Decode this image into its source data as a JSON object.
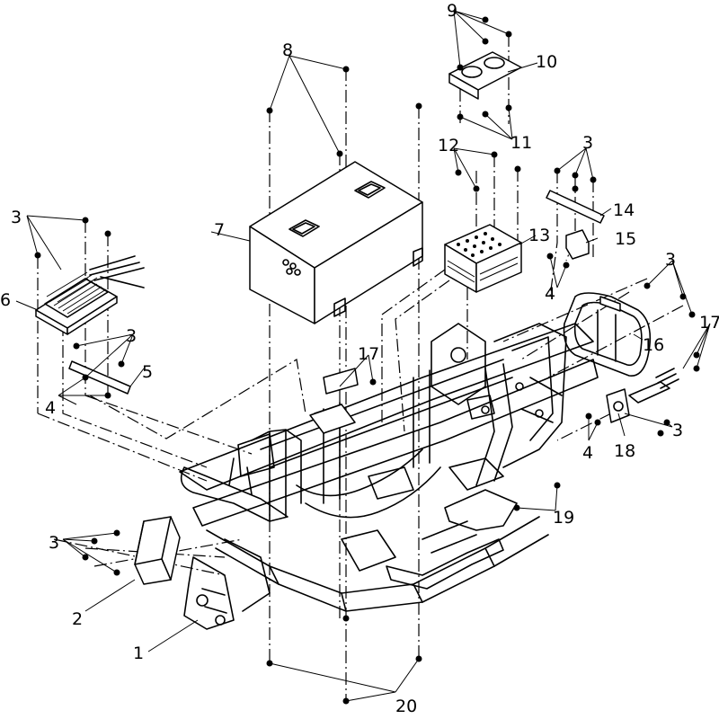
{
  "diagram": {
    "callouts": {
      "c1": "1",
      "c2": "2",
      "c3a": "3",
      "c3b": "3",
      "c3c": "3",
      "c3d": "3",
      "c3e": "3",
      "c3f": "3",
      "c4a": "4",
      "c4b": "4",
      "c4c": "4",
      "c5": "5",
      "c6": "6",
      "c7": "7",
      "c8": "8",
      "c9": "9",
      "c10": "10",
      "c11": "11",
      "c12": "12",
      "c13": "13",
      "c14": "14",
      "c15": "15",
      "c16": "16",
      "c17a": "17",
      "c17b": "17",
      "c18": "18",
      "c19": "19",
      "c20": "20"
    }
  }
}
